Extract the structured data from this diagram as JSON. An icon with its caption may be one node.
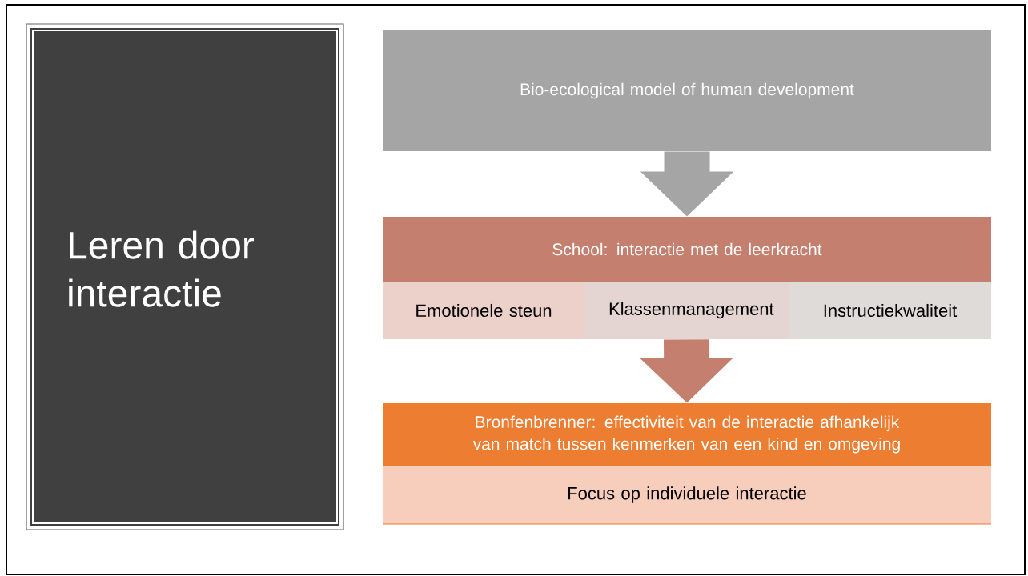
{
  "diagram": {
    "nodes": [
      {
        "text": [
          "Leren door interactie"
        ]
      },
      {
        "text": [
          "Bio-ecological model of human development"
        ]
      },
      {
        "text": [
          "School: interactie met de leerkracht"
        ]
      },
      {
        "text": [
          "Emotionele steun"
        ]
      },
      {
        "text": [
          "Klassenmanagement"
        ]
      },
      {
        "text": [
          "Instructiekwaliteit"
        ]
      },
      {
        "text": [
          "Bronfenbrenner: effectiviteit van de interactie afhankelijk van match tussen kenmerken van een kind en omgeving"
        ]
      },
      {
        "text": [
          "Focus op individuele interactie"
        ]
      }
    ],
    "edges": [
      {
        "from": 1,
        "to": 2,
        "arrow": "to",
        "color": "#a5a5a5"
      },
      {
        "from": 4,
        "to": 6,
        "arrow": "to",
        "color": "#c47f6e"
      }
    ]
  }
}
